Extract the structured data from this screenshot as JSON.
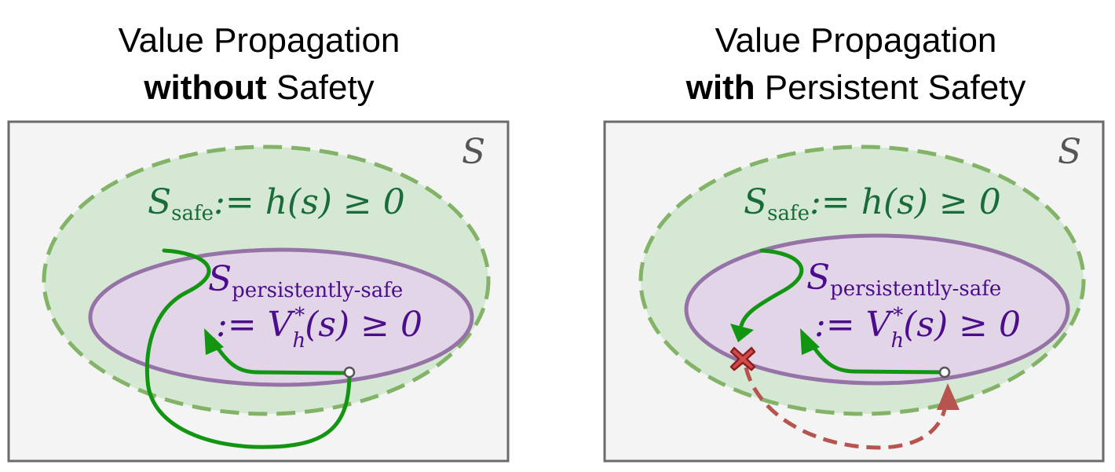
{
  "panels": {
    "left": {
      "title_line1": "Value Propagation",
      "title_bold": "without",
      "title_rest": " Safety",
      "state_space_label": "S",
      "safe_set": {
        "symbol": "S",
        "subscript": "safe",
        "definition": ":= h(s) ≥ 0"
      },
      "persistent_set": {
        "symbol": "S",
        "subscript": "persistently-safe",
        "definition": ":= V",
        "v_sub": "h",
        "v_sup": "*",
        "definition_rest": "(s) ≥ 0"
      }
    },
    "right": {
      "title_line1": "Value Propagation",
      "title_bold": "with",
      "title_rest": " Persistent Safety",
      "state_space_label": "S",
      "safe_set": {
        "symbol": "S",
        "subscript": "safe",
        "definition": ":= h(s) ≥ 0"
      },
      "persistent_set": {
        "symbol": "S",
        "subscript": "persistently-safe",
        "definition": ":= V",
        "v_sub": "h",
        "v_sup": "*",
        "definition_rest": "(s) ≥ 0"
      }
    }
  },
  "colors": {
    "box_fill": "#f4f4f4",
    "box_stroke": "#6b6b6b",
    "safe_fill": "#d5e8d4",
    "safe_stroke": "#82b366",
    "safe_text": "#1a6b3a",
    "persistent_fill": "#e1d5e7",
    "persistent_stroke": "#9673a6",
    "persistent_text": "#4b0d8c",
    "trajectory": "#129612",
    "blocked": "#b85450"
  },
  "icons": {
    "blocked_marker": "x-mark-icon",
    "start_marker": "circle-icon"
  }
}
